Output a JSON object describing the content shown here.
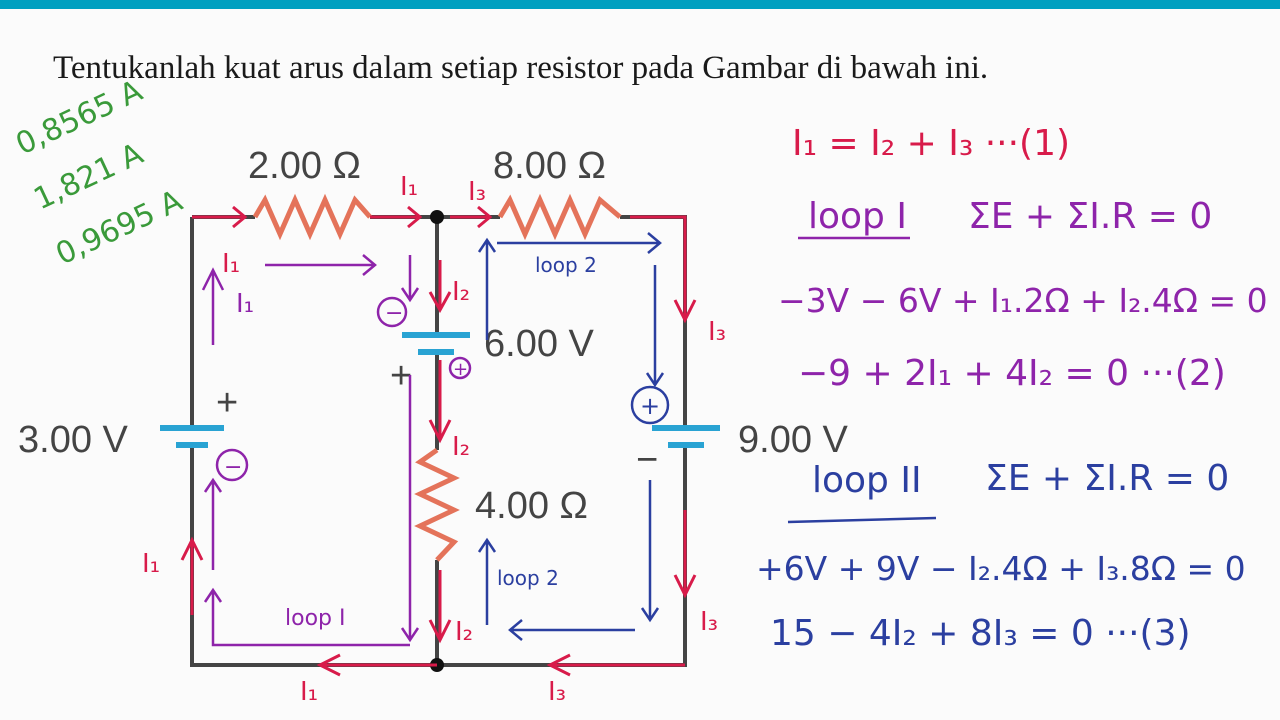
{
  "header": {
    "accent_color": "#00a0c0"
  },
  "problem": {
    "title": "Tentukanlah kuat arus dalam setiap resistor pada Gambar di bawah ini."
  },
  "circuit": {
    "resistors": [
      "2.00 Ω",
      "8.00 Ω",
      "4.00 Ω"
    ],
    "batteries": [
      "3.00 V",
      "6.00 V",
      "9.00 V"
    ],
    "plus": "+",
    "minus": "−"
  },
  "answers": [
    "0,8565 A",
    "1,821 A",
    "0,9695 A"
  ],
  "annotations": {
    "I1": "I₁",
    "I2": "I₂",
    "I3": "I₃",
    "loop1": "loop I",
    "loop2": "loop 2",
    "minus_circle": "−",
    "plus_circle": "+"
  },
  "equations": {
    "eq1": "I₁ = I₂ + I₃ ···(1)",
    "loop1_head": "loop I",
    "loop1_rule": "ΣE + ΣI.R = 0",
    "loop1_a": "−3V − 6V + I₁.2Ω + I₂.4Ω = 0",
    "loop1_b": "−9 + 2I₁ + 4I₂ = 0 ···(2)",
    "loop2_head": "loop II",
    "loop2_rule": "ΣE + ΣI.R = 0",
    "loop2_a": "+6V + 9V − I₂.4Ω + I₃.8Ω = 0",
    "loop2_b": "15 − 4I₂ + 8I₃ = 0 ···(3)"
  },
  "colors": {
    "red": "#d81b4a",
    "purple": "#8e24aa",
    "blue": "#2b3fa0",
    "green": "#3a9a3a"
  }
}
